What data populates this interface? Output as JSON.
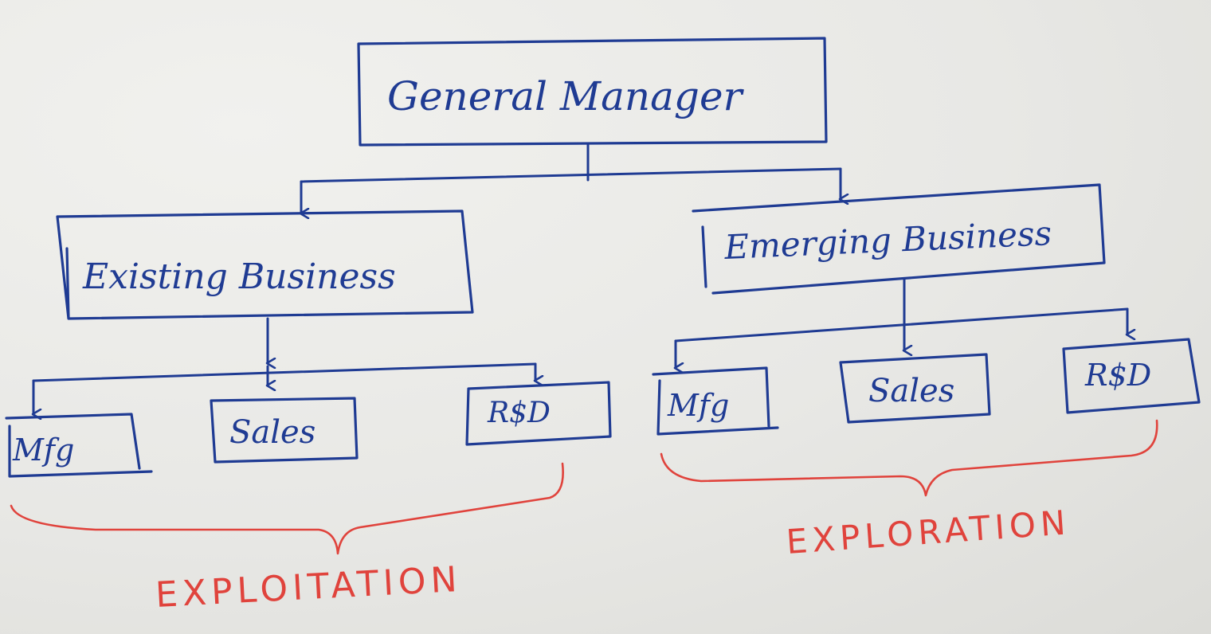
{
  "nodes": {
    "root": "General Manager",
    "existing": "Existing Business",
    "emerging": "Emerging Business",
    "existing_mfg": "Mfg",
    "existing_sales": "Sales",
    "existing_rd": "R$D",
    "emerging_mfg": "Mfg",
    "emerging_sales": "Sales",
    "emerging_rd": "R$D"
  },
  "groups": {
    "left": "EXPLOITATION",
    "right": "EXPLORATION"
  },
  "colors": {
    "ink_blue": "#1f3b93",
    "ink_red": "#e0433c",
    "paper": "#e9e9e6"
  }
}
